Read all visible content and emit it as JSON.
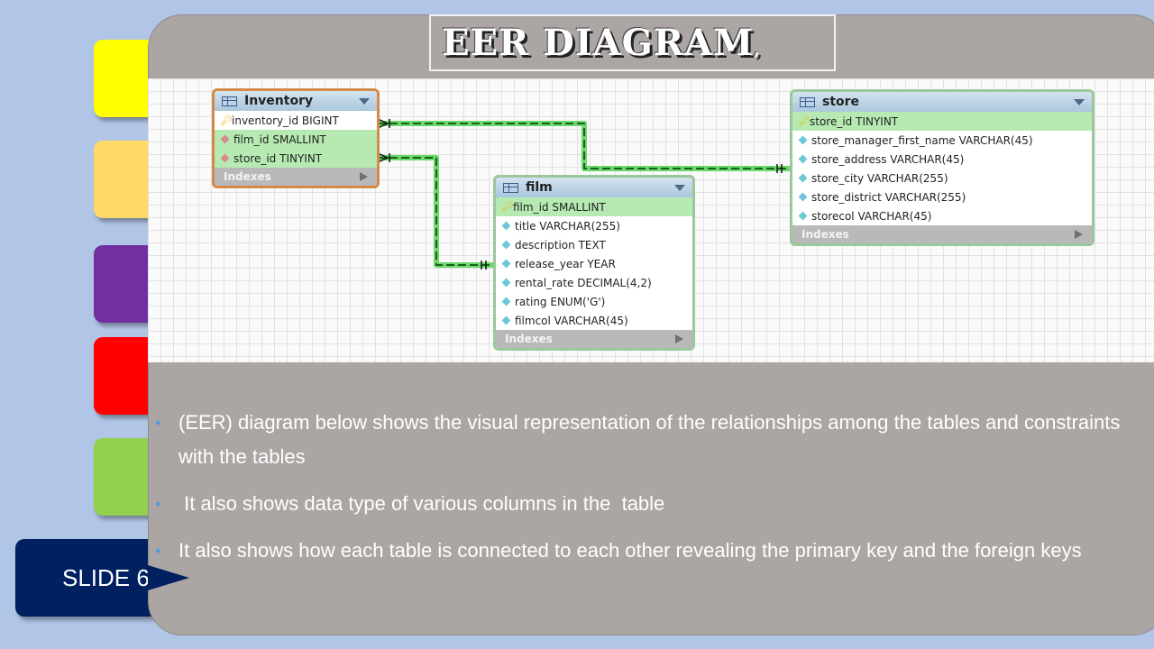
{
  "title": "EER DIAGRAM",
  "title_suffix": ",",
  "slide_label": "SLIDE 6",
  "tabs": [
    {
      "color": "#ffff00"
    },
    {
      "color": "#ffd966"
    },
    {
      "color": "#7030a0"
    },
    {
      "color": "#ff0000"
    },
    {
      "color": "#92d050"
    }
  ],
  "diagram": {
    "indexes_label": "Indexes",
    "entities": {
      "inventory": {
        "name": "Inventory",
        "columns": [
          "inventory_id BIGINT",
          "film_id SMALLINT",
          "store_id TINYINT"
        ]
      },
      "film": {
        "name": "film",
        "columns": [
          "film_id SMALLINT",
          "title VARCHAR(255)",
          "description TEXT",
          "release_year YEAR",
          "rental_rate DECIMAL(4,2)",
          "rating ENUM('G')",
          "filmcol VARCHAR(45)"
        ]
      },
      "store": {
        "name": "store",
        "columns": [
          "store_id TINYINT",
          "store_manager_first_name VARCHAR(45)",
          "store_address VARCHAR(45)",
          "store_city VARCHAR(255)",
          "store_district VARCHAR(255)",
          "storecol VARCHAR(45)"
        ]
      }
    }
  },
  "bullets": [
    "(EER) diagram below shows the visual representation of the relationships among the tables and constraints with the tables",
    " It also shows data type of various columns in the  table",
    "It also  shows how each table is connected to each other revealing the primary key and the foreign keys"
  ]
}
